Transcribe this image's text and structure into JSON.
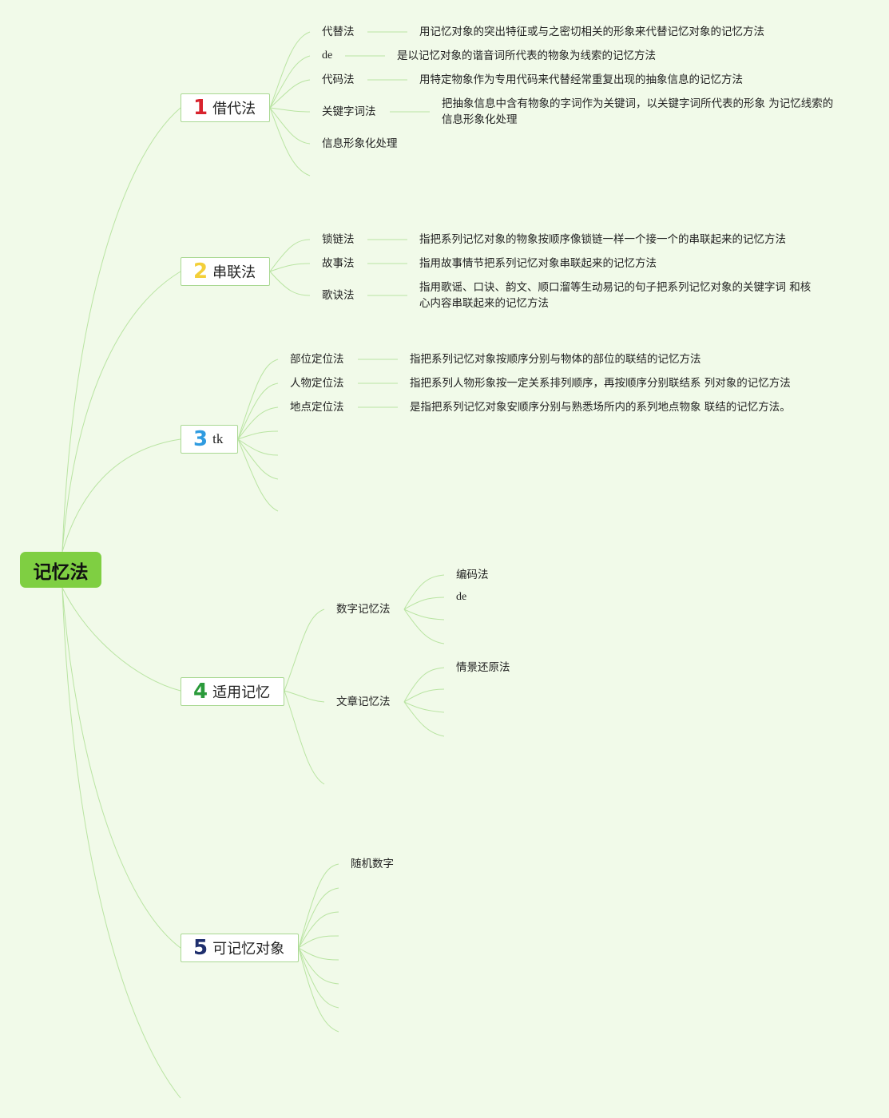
{
  "root": {
    "label": "记忆法"
  },
  "branches": [
    {
      "num": "1",
      "color": "#d8232e",
      "label": "借代法",
      "items": [
        {
          "label": "代替法",
          "desc": "用记忆对象的突出特征或与之密切相关的形象来代替记忆对象的记忆方法"
        },
        {
          "label": "de",
          "desc": "是以记忆对象的谐音词所代表的物象为线索的记忆方法"
        },
        {
          "label": "代码法",
          "desc": "用特定物象作为专用代码来代替经常重复出现的抽象信息的记忆方法"
        },
        {
          "label": "关键字词法",
          "desc": "把抽象信息中含有物象的字词作为关键词，以关键字词所代表的形象 为记忆线索的信息形象化处理"
        },
        {
          "label": "信息形象化处理",
          "desc": ""
        }
      ]
    },
    {
      "num": "2",
      "color": "#f3cf3a",
      "label": "串联法",
      "items": [
        {
          "label": "锁链法",
          "desc": "指把系列记忆对象的物象按顺序像锁链一样一个接一个的串联起来的记忆方法"
        },
        {
          "label": "故事法",
          "desc": "指用故事情节把系列记忆对象串联起来的记忆方法"
        },
        {
          "label": "歌诀法",
          "desc": "指用歌谣、口诀、韵文、顺口溜等生动易记的句子把系列记忆对象的关键字词 和核心内容串联起来的记忆方法"
        }
      ]
    },
    {
      "num": "3",
      "color": "#2f9be0",
      "label": "tk",
      "items": [
        {
          "label": "部位定位法",
          "desc": "指把系列记忆对象按顺序分别与物体的部位的联结的记忆方法"
        },
        {
          "label": "人物定位法",
          "desc": "指把系列人物形象按一定关系排列顺序，再按顺序分别联结系 列对象的记忆方法"
        },
        {
          "label": "地点定位法",
          "desc": "是指把系列记忆对象安顺序分别与熟悉场所内的系列地点物象 联结的记忆方法。"
        }
      ]
    },
    {
      "num": "4",
      "color": "#2a9a3a",
      "label": "适用记忆",
      "subgroups": [
        {
          "label": "数字记忆法",
          "items": [
            "编码法",
            "de"
          ]
        },
        {
          "label": "文章记忆法",
          "items": [
            "情景还原法"
          ]
        }
      ]
    },
    {
      "num": "5",
      "color": "#1f2f6e",
      "label": "可记忆对象",
      "items": [
        "随机数字"
      ]
    }
  ]
}
